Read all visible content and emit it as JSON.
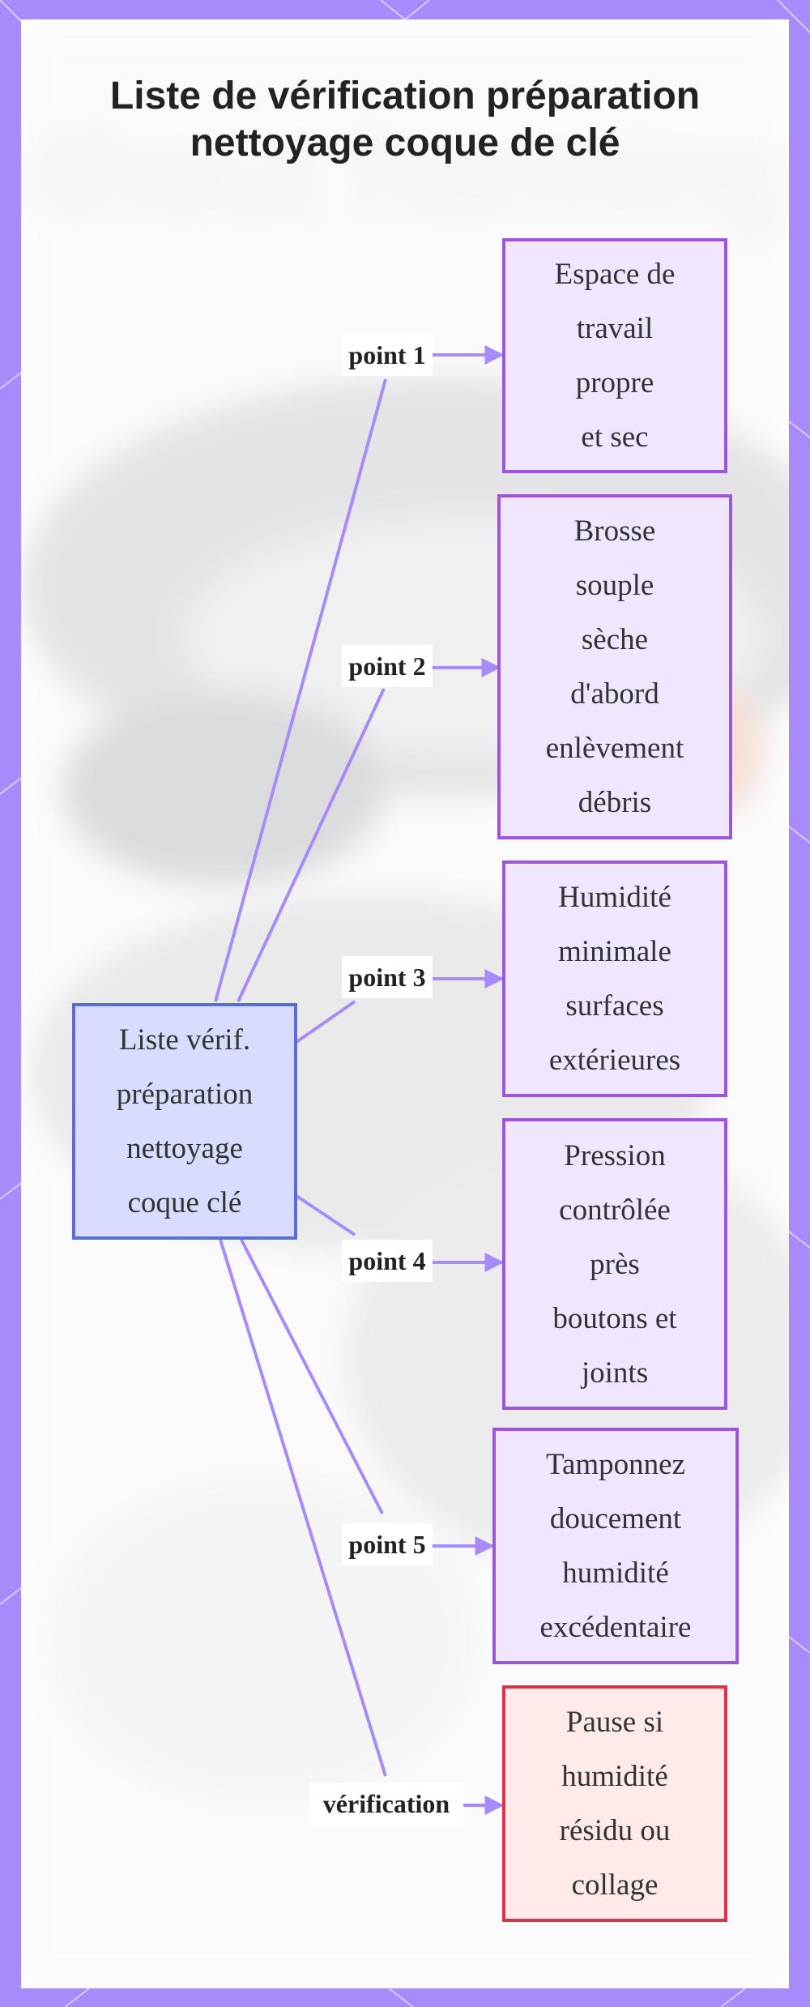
{
  "title": {
    "line1": "Liste de vérification préparation",
    "line2": "nettoyage coque de clé"
  },
  "center_node": {
    "lines": [
      "Liste vérif.",
      "préparation",
      "nettoyage",
      "coque clé"
    ]
  },
  "steps": [
    {
      "label": "point 1",
      "lines": [
        "Espace de",
        "travail",
        "propre",
        "et sec"
      ]
    },
    {
      "label": "point 2",
      "lines": [
        "Brosse",
        "souple",
        "sèche",
        "d'abord",
        "enlèvement",
        "débris"
      ]
    },
    {
      "label": "point 3",
      "lines": [
        "Humidité",
        "minimale",
        "surfaces",
        "extérieures"
      ]
    },
    {
      "label": "point 4",
      "lines": [
        "Pression",
        "contrôlée",
        "près",
        "boutons et",
        "joints"
      ]
    },
    {
      "label": "point 5",
      "lines": [
        "Tamponnez",
        "doucement",
        "humidité",
        "excédentaire"
      ]
    },
    {
      "label": "vérification",
      "lines": [
        "Pause si",
        "humidité",
        "résidu ou",
        "collage"
      ]
    }
  ],
  "colors": {
    "frame": "#a78bfa",
    "edge": "#a78bfa",
    "step_fill": "#f0e6ff",
    "step_border": "#9d55d9",
    "warn_fill": "#ffeaea",
    "warn_border": "#d4354a",
    "center_fill": "#d8dcff",
    "center_border": "#5a6fd6"
  }
}
